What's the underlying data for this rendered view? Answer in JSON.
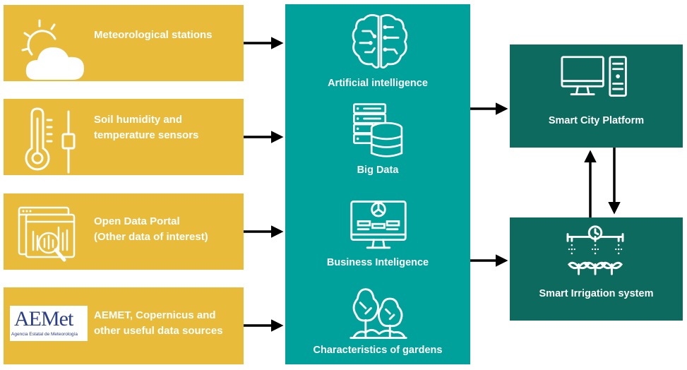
{
  "sources": [
    {
      "label": "Meteorological stations",
      "icon": "weather-sun-cloud-icon"
    },
    {
      "label": "Soil humidity and\ntemperature sensors",
      "icon": "thermometer-sensor-icon"
    },
    {
      "label": "Open Data Portal\n(Other data of interest)",
      "icon": "data-analysis-icon"
    },
    {
      "label": "AEMET, Copernicus and\nother useful data sources",
      "icon": "aemet-logo"
    }
  ],
  "aemet_logo": {
    "wordmark": "AEMet",
    "subtitle": "Agencia Estatal de Meteorología"
  },
  "center": [
    {
      "label": "Artificial intelligence",
      "icon": "brain-circuit-icon"
    },
    {
      "label": "Big Data",
      "icon": "database-server-icon"
    },
    {
      "label": "Business Inteligence",
      "icon": "monitor-pie-chart-icon"
    },
    {
      "label": "Characteristics of gardens",
      "icon": "trees-icon"
    }
  ],
  "outputs": [
    {
      "label": "Smart City Platform",
      "icon": "desktop-computer-icon"
    },
    {
      "label": "Smart Irrigation system",
      "icon": "sprinkler-plants-icon"
    }
  ],
  "colors": {
    "source": "#e9bb3a",
    "center": "#00a19a",
    "output": "#0c6b5e",
    "arrow": "#000000"
  }
}
